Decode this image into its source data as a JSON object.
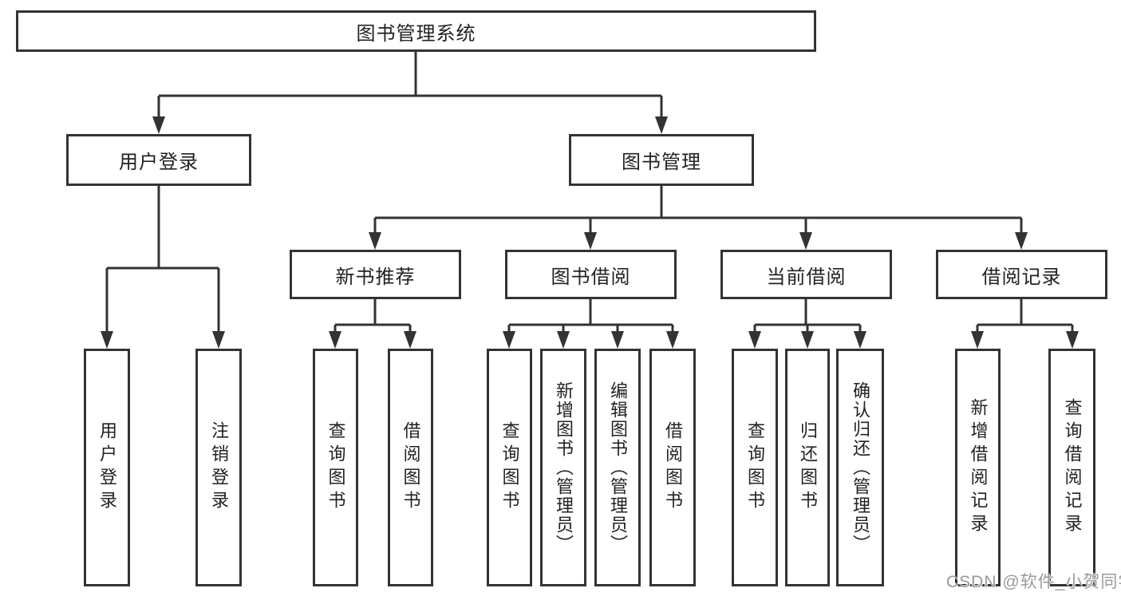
{
  "colors": {
    "background": "#ffffff",
    "line": "#333333",
    "box_border": "#333333",
    "box_fill": "#ffffff",
    "text": "#222222",
    "watermark": "#9a9a9a"
  },
  "nodes": {
    "root": "图书管理系统",
    "level2": [
      "用户登录",
      "图书管理"
    ],
    "level3": [
      "新书推荐",
      "图书借阅",
      "当前借阅",
      "借阅记录"
    ],
    "leaves": [
      "用户登录",
      "注销登录",
      "查询图书",
      "借阅图书",
      "查询图书",
      "新增图书（管理员）",
      "编辑图书（管理员）",
      "借阅图书",
      "查询图书",
      "归还图书",
      "确认归还（管理员）",
      "新增借阅记录",
      "查询借阅记录"
    ]
  },
  "hierarchy": {
    "图书管理系统": {
      "用户登录": [
        "用户登录",
        "注销登录"
      ],
      "图书管理": {
        "新书推荐": [
          "查询图书",
          "借阅图书"
        ],
        "图书借阅": [
          "查询图书",
          "新增图书（管理员）",
          "编辑图书（管理员）",
          "借阅图书"
        ],
        "当前借阅": [
          "查询图书",
          "归还图书",
          "确认归还（管理员）"
        ],
        "借阅记录": [
          "新增借阅记录",
          "查询借阅记录"
        ]
      }
    }
  },
  "watermark": {
    "text": "CSDN @软件_小贺同学"
  }
}
